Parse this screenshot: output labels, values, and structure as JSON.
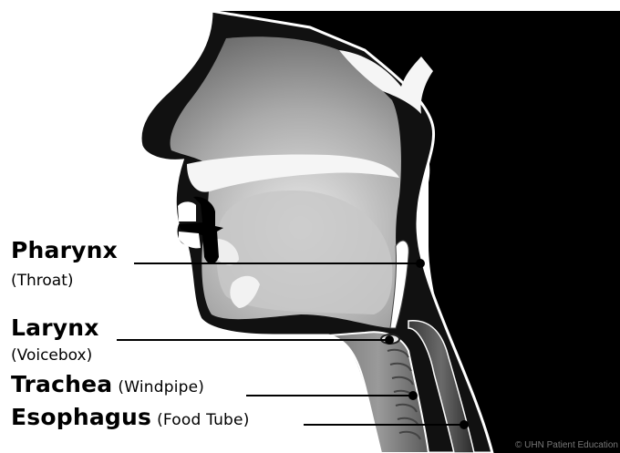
{
  "labels": {
    "pharynx": {
      "name": "Pharynx",
      "note": "(Throat)"
    },
    "larynx": {
      "name": "Larynx",
      "note": "(Voicebox)"
    },
    "trachea": {
      "name": "Trachea",
      "note": "(Windpipe)"
    },
    "esophagus": {
      "name": "Esophagus",
      "note": "(Food Tube)"
    }
  },
  "credit": "© UHN Patient Education",
  "colors": {
    "background": "#ffffff",
    "skin": "#000000",
    "cavity_light": "#e6e6e6",
    "cavity_dark": "#5e5e5e",
    "leader_line": "#000000"
  }
}
